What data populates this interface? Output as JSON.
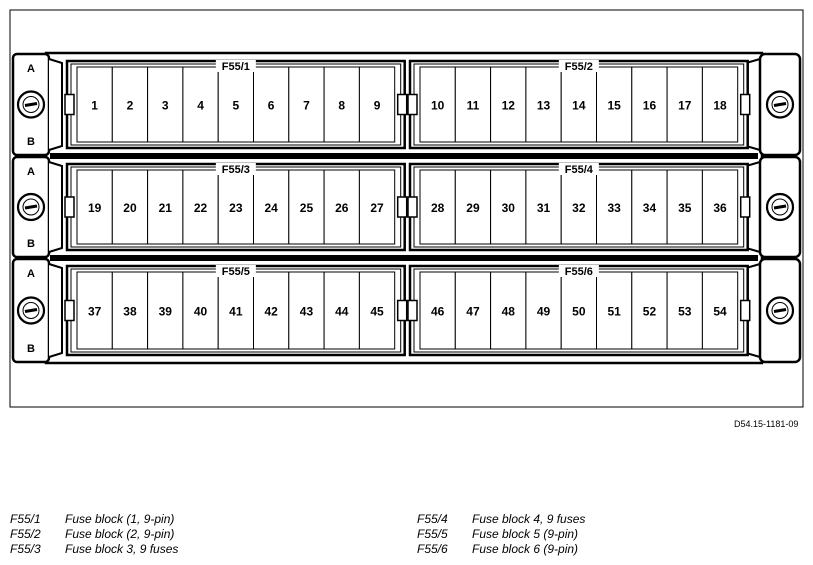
{
  "blocks": [
    {
      "label": "F55/1",
      "fuses": [
        "1",
        "2",
        "3",
        "4",
        "5",
        "6",
        "7",
        "8",
        "9"
      ]
    },
    {
      "label": "F55/2",
      "fuses": [
        "10",
        "11",
        "12",
        "13",
        "14",
        "15",
        "16",
        "17",
        "18"
      ]
    },
    {
      "label": "F55/3",
      "fuses": [
        "19",
        "20",
        "21",
        "22",
        "23",
        "24",
        "25",
        "26",
        "27"
      ]
    },
    {
      "label": "F55/4",
      "fuses": [
        "28",
        "29",
        "30",
        "31",
        "32",
        "33",
        "34",
        "35",
        "36"
      ]
    },
    {
      "label": "F55/5",
      "fuses": [
        "37",
        "38",
        "39",
        "40",
        "41",
        "42",
        "43",
        "44",
        "45"
      ]
    },
    {
      "label": "F55/6",
      "fuses": [
        "46",
        "47",
        "48",
        "49",
        "50",
        "51",
        "52",
        "53",
        "54"
      ]
    }
  ],
  "row_side_labels": {
    "top": "A",
    "bottom": "B"
  },
  "reference_code": "D54.15-1181-09",
  "legend_left": [
    {
      "code": "F55/1",
      "text": "Fuse block (1, 9-pin)"
    },
    {
      "code": "F55/2",
      "text": "Fuse block (2, 9-pin)"
    },
    {
      "code": "F55/3",
      "text": "Fuse block 3, 9 fuses"
    }
  ],
  "legend_right": [
    {
      "code": "F55/4",
      "text": "Fuse block 4, 9 fuses"
    },
    {
      "code": "F55/5",
      "text": "Fuse block 5 (9-pin)"
    },
    {
      "code": "F55/6",
      "text": "Fuse block 6 (9-pin)"
    }
  ]
}
